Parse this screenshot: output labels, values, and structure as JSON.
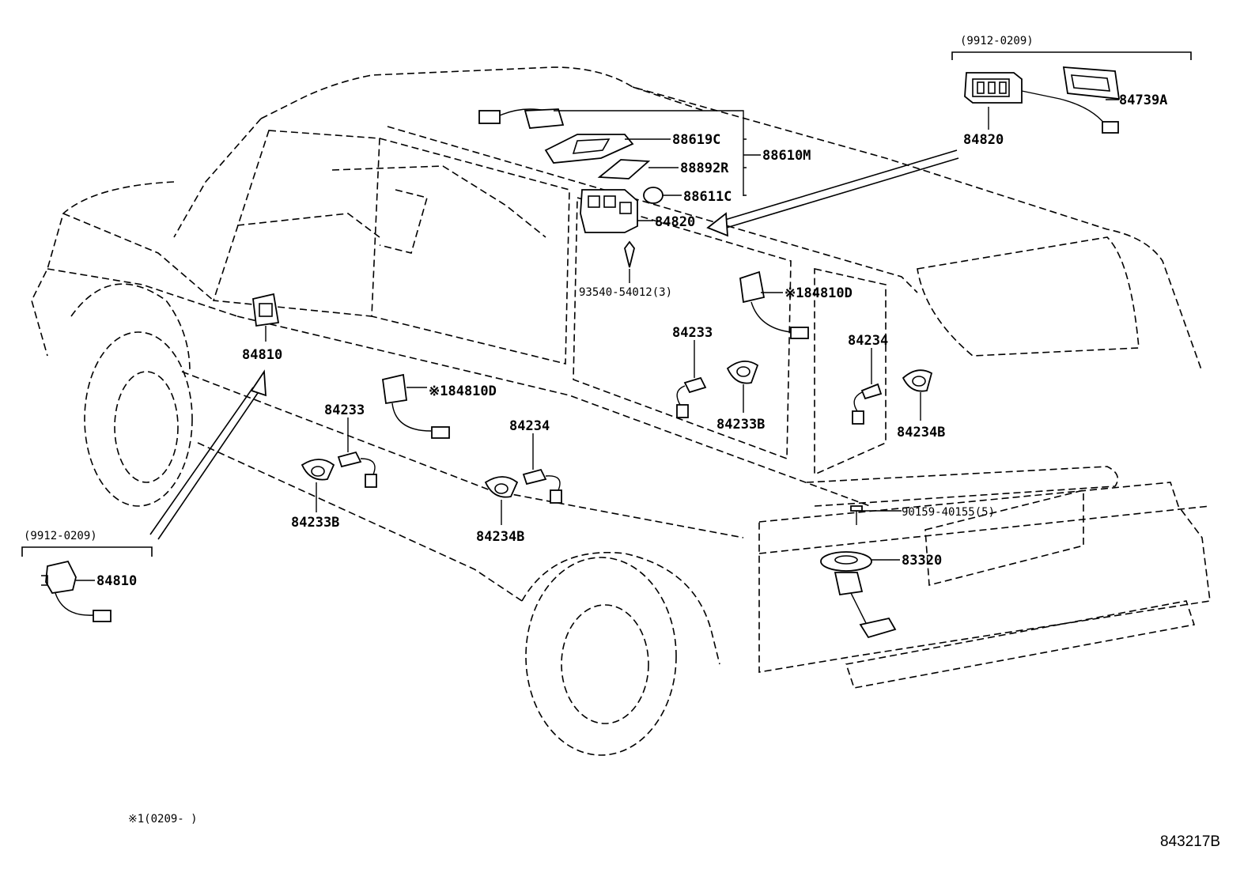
{
  "diagram": {
    "ranges": {
      "top_right": "(9912-0209)",
      "left": "(9912-0209)"
    },
    "labels": {
      "p84739A": "84739A",
      "p84820_top": "84820",
      "p88619C": "88619C",
      "p88610M": "88610M",
      "p88892R": "88892R",
      "p88611C": "88611C",
      "p84820_mid": "84820",
      "p93540": "93540-54012(3)",
      "p84810D_right": "※184810D",
      "p84810_left": "84810",
      "p84233_right": "84233",
      "p84234_right": "84234",
      "p84810D_mid": "※184810D",
      "p84233_mid": "84233",
      "p84234_mid": "84234",
      "p84233B_right": "84233B",
      "p84234B_right": "84234B",
      "p84233B_left": "84233B",
      "p84234B_mid": "84234B",
      "p90159": "90159-40155(5)",
      "p83320": "83320",
      "p84810_inset": "84810"
    },
    "footnote": "※1(0209-    )",
    "code": "843217B"
  }
}
